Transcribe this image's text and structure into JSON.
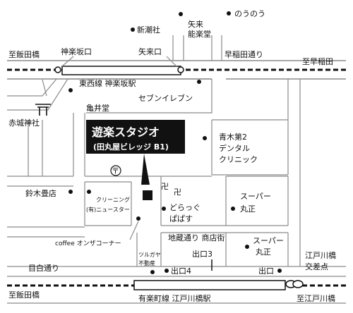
{
  "banner": {
    "title": "遊楽スタジオ",
    "subtitle": "(田丸屋ビレッジ B1)"
  },
  "labels": {
    "kagurazaka_station_top": "神楽坂口",
    "yaraiguchi": "矢来口",
    "iidabashi_top": "至飯田橋",
    "waseda_street": "早稲田通り",
    "to_waseda": "至早稲田",
    "shinchosha": "新潮社",
    "noh_theatre_1": "矢来",
    "noh_theatre_2": "能楽堂",
    "nounou": "のうのう",
    "tozai_line": "東西線  神楽坂駅",
    "kameido": "亀井堂",
    "seven_eleven": "セブンイレブン",
    "akagi_shrine_1": "赤城神社",
    "dental_1": "青木第2",
    "dental_2": "デンタル",
    "dental_3": "クリニック",
    "tatamiya": "鈴木畳店",
    "cleaning_1": "クリーニング",
    "cleaning_2": "(有)ニュースター",
    "supermarket_1": "スーパー",
    "supermarket_1b": "丸正",
    "doraggu_1": "どらっぐ",
    "doraggu_2": "ぱぱす",
    "coffee": "coffee オンザコーナー",
    "jizo_street": "地蔵通り 商店街",
    "supermarket_2": "スーパー",
    "supermarket_2b": "丸正",
    "tsuruga_1": "ツルガヤ",
    "tsuruga_2": "不動産",
    "exit3": "出口3",
    "exit4": "出口4",
    "exit_right": "出口",
    "edogawabashi_1": "江戸川橋",
    "edogawabashi_2": "交差点",
    "mejiro_street": "目白通り",
    "iidabashi_bottom": "至飯田橋",
    "yurakucho_line": "有楽町線  江戸川橋駅",
    "to_edogawabashi": "至江戸川橋"
  },
  "symbols": {
    "post_office": "〒",
    "temple_1": "卍",
    "temple_2": "卍",
    "shrine_icon": "torii-icon"
  },
  "colors": {
    "road": "#8a8a8a",
    "rail": "#111111",
    "banner_bg": "#111111",
    "banner_text": "#ffffff"
  }
}
